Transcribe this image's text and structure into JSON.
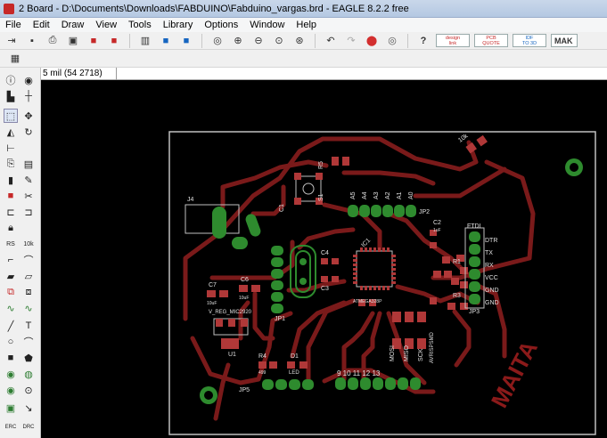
{
  "window": {
    "title": "2 Board - D:\\Documents\\Downloads\\FABDUINO\\Fabduino_vargas.brd - EAGLE 8.2.2 free"
  },
  "menu": {
    "items": [
      "File",
      "Edit",
      "Draw",
      "View",
      "Tools",
      "Library",
      "Options",
      "Window",
      "Help"
    ]
  },
  "toolbar": {
    "badges": {
      "design_link": "design\nlink",
      "pcb_quote": "PCB\nQUOTE",
      "idf": "IDF\nTO 3D",
      "make": "MAK"
    }
  },
  "coord": {
    "readout": "5 mil (54 2718)",
    "command": ""
  },
  "board": {
    "labels": {
      "j4": "J4",
      "c1": "C1",
      "r5": "R5",
      "s1": "S1",
      "a5": "A5",
      "a4": "A4",
      "a3": "A3",
      "a2": "A2",
      "a1": "A1",
      "a0": "A0",
      "jp2": "JP2",
      "ic1": "IC1",
      "atmega": "ATMEGA328P",
      "ftdi": "FTDI",
      "dtr": "DTR",
      "tx": "TX",
      "rx": "RX",
      "vcc": "VCC",
      "gnd1": "GND",
      "gnd2": "GND",
      "jp3": "JP3",
      "c2": "C2",
      "c7": "C7",
      "c6": "C6",
      "c3": "C3",
      "c4": "C4",
      "u1": "U1",
      "r1": "R1",
      "r3": "R3",
      "vreg": "V_REG_MIC2920",
      "c10uf1": "10uF",
      "c10uf2": "10uF",
      "c1uf1": "1uF",
      "c1uf2": "1uF",
      "r4": "R4",
      "d1": "D1",
      "led": "LED",
      "r499": "499",
      "jp5": "JP5",
      "jp1": "JP1",
      "r10k": "10k",
      "mosi": "MOSI",
      "miso": "MISO",
      "sck": "SCK",
      "avr": "AVRISPSMD",
      "pins": "9 10 11 12 13",
      "maita": "MAITA"
    }
  },
  "colors": {
    "canvas": "#000000",
    "trace": "#7a1a1a",
    "pad": "#2e8b2e",
    "smd": "#b03838",
    "outline": "#c0c0c0",
    "silk": "#dddddd",
    "maita": "#8b1a1a"
  }
}
